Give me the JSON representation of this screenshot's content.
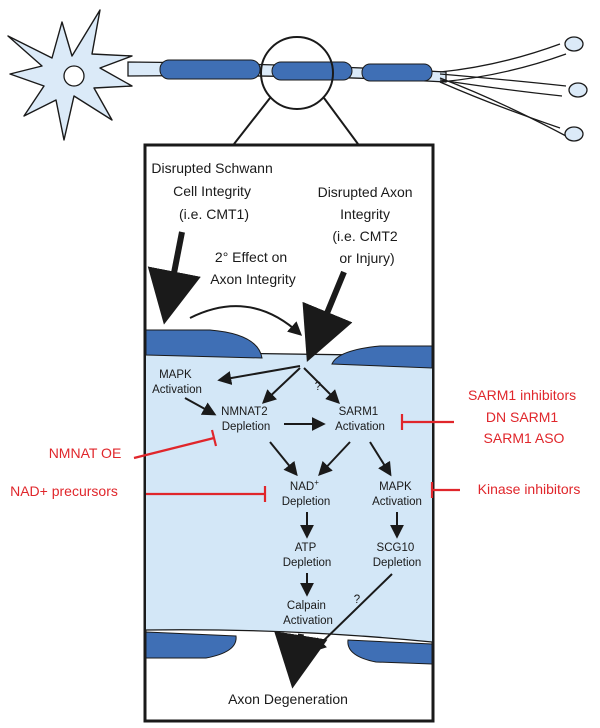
{
  "colors": {
    "red": "#e0262b",
    "myelin": "#3f6fb5",
    "axon_fill": "#d3e7f7",
    "neuron_fill": "#dbeaf8",
    "outline": "#1a1a1a"
  },
  "top": {
    "schwann": [
      "Disrupted Schwann",
      "Cell Integrity",
      "(i.e. CMT1)"
    ],
    "axon": [
      "Disrupted Axon",
      "Integrity",
      "(i.e. CMT2",
      "or Injury)"
    ],
    "secondary": [
      "2° Effect on",
      "Axon Integrity"
    ]
  },
  "nodes": {
    "mapk1": [
      "MAPK",
      "Activation"
    ],
    "nmnat2": [
      "NMNAT2",
      "Depletion"
    ],
    "sarm1": [
      "SARM1",
      "Activation"
    ],
    "nad_line1_base": "NAD",
    "nad_line1_sup": "+",
    "nad_line2": "Depletion",
    "mapk2": [
      "MAPK",
      "Activation"
    ],
    "atp": [
      "ATP",
      "Depletion"
    ],
    "scg10": [
      "SCG10",
      "Depletion"
    ],
    "calpain": [
      "Calpain",
      "Activation"
    ],
    "q1": "?",
    "q2": "?"
  },
  "bottom_label": "Axon Degeneration",
  "interventions": {
    "sarm1_group": [
      "SARM1 inhibitors",
      "DN SARM1",
      "SARM1 ASO"
    ],
    "nmnat": "NMNAT OE",
    "nad": "NAD+ precursors",
    "kinase": "Kinase inhibitors"
  }
}
